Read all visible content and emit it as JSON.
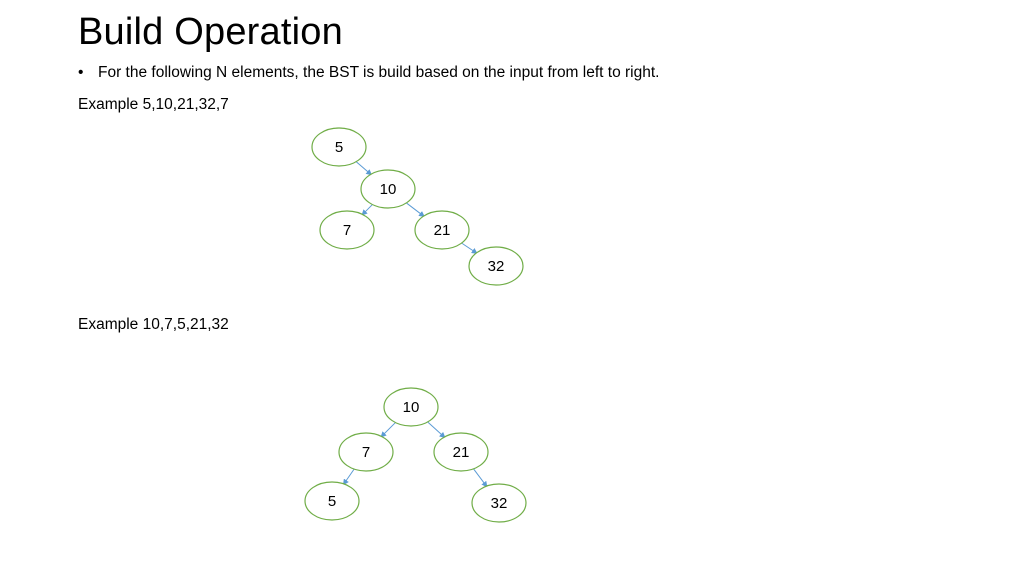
{
  "slide": {
    "title": "Build Operation",
    "bullet": "For the following N elements, the BST is build based on the input from left to right."
  },
  "colors": {
    "node_border": "#70ad47",
    "edge": "#5b9bd5",
    "text": "#000000"
  },
  "examples": [
    {
      "label": "Example 5,10,21,32,7",
      "nodes": [
        "5",
        "10",
        "7",
        "21",
        "32"
      ],
      "edges": [
        [
          "5",
          "10"
        ],
        [
          "10",
          "7"
        ],
        [
          "10",
          "21"
        ],
        [
          "21",
          "32"
        ]
      ]
    },
    {
      "label": "Example 10,7,5,21,32",
      "nodes": [
        "10",
        "7",
        "21",
        "5",
        "32"
      ],
      "edges": [
        [
          "10",
          "7"
        ],
        [
          "10",
          "21"
        ],
        [
          "7",
          "5"
        ],
        [
          "21",
          "32"
        ]
      ]
    }
  ]
}
